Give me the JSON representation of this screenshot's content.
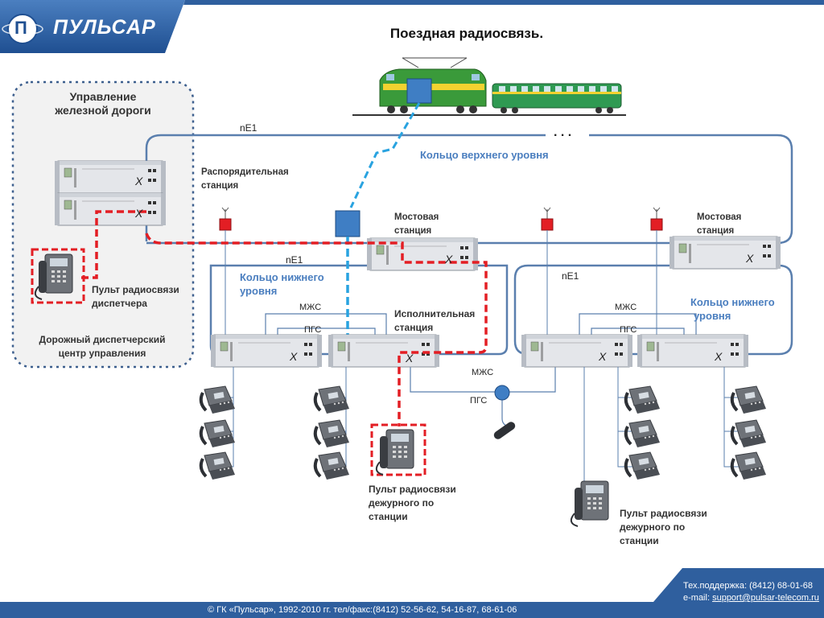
{
  "brand": {
    "logo_letter": "П",
    "name": "ПУЛЬСАР"
  },
  "title": "Поездная радиосвязь.",
  "labels": {
    "railway_mgmt_1": "Управление",
    "railway_mgmt_2": "железной дороги",
    "ne1_top": "nE1",
    "dots": ". . .",
    "upper_ring": "Кольцо верхнего уровня",
    "dispatch_station_1": "Распорядительная",
    "dispatch_station_2": "станция",
    "bridge_station_1_a": "Мостовая",
    "bridge_station_1_b": "станция",
    "bridge_station_2_a": "Мостовая",
    "bridge_station_2_b": "станция",
    "ne1_left": "nE1",
    "ne1_right": "nE1",
    "lower_ring_left_1": "Кольцо нижнего",
    "lower_ring_left_2": "уровня",
    "lower_ring_right_1": "Кольцо нижнего",
    "lower_ring_right_2": "уровня",
    "dispatcher_console_1": "Пульт радиосвязи",
    "dispatcher_console_2": "диспетчера",
    "road_center_1": "Дорожный диспетчерский",
    "road_center_2": "центр управления",
    "mzhs_left": "МЖС",
    "pgs_left": "ПГС",
    "mzhs_right": "МЖС",
    "pgs_right": "ПГС",
    "mzhs_mid": "МЖС",
    "pgs_mid": "ПГС",
    "exec_station_1": "Исполнительная",
    "exec_station_2": "станция",
    "duty_console_1_a": "Пульт радиосвязи",
    "duty_console_1_b": "дежурного по",
    "duty_console_1_c": "станции",
    "duty_console_2_a": "Пульт  радиосвязи",
    "duty_console_2_b": "дежурного по",
    "duty_console_2_c": "станции",
    "x": "X"
  },
  "footer": {
    "support": "Тех.поддержка: (8412) 68-01-68",
    "email_label": "e-mail:",
    "email": "support@pulsar-telecom.ru",
    "copyright": "© ГК «Пульсар», 1992-2010 гг. тел/факс:(8412) 52-56-62, 54-16-87, 68-61-06"
  },
  "colors": {
    "brand_blue": "#2f5f9e",
    "ring_line": "#5a7fae",
    "red_route": "#e31e24",
    "blue_route": "#29a3e0"
  }
}
